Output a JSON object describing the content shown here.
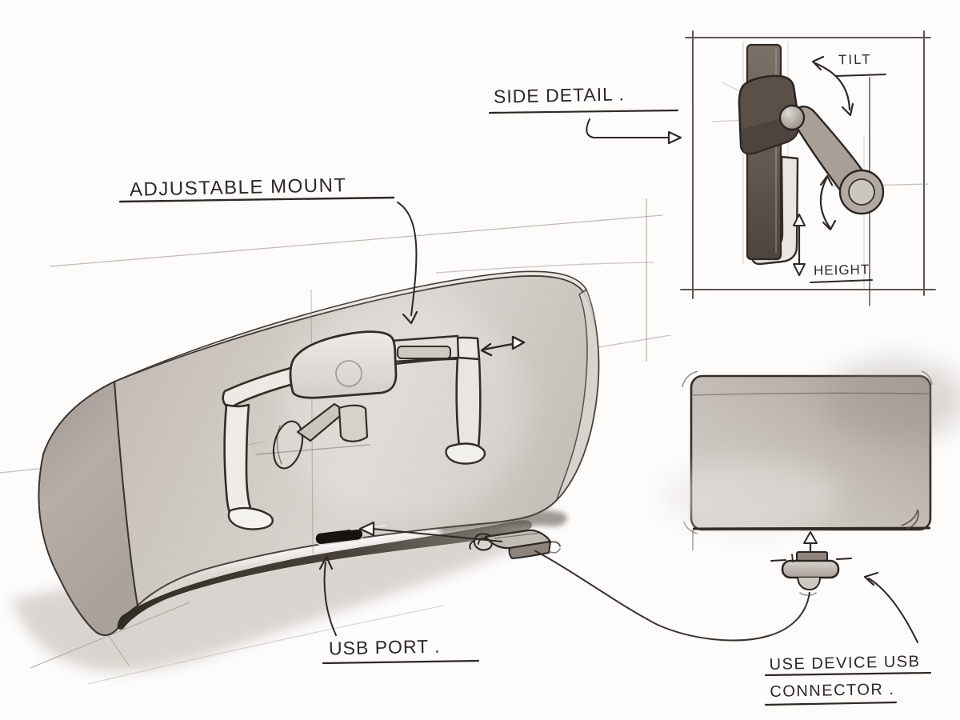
{
  "page": {
    "background": "#fdfcfb",
    "ink": "#2d2925",
    "construction_line": "#8f867d",
    "monitor_back_gray": "#cdc7c1",
    "monitor_side_gray": "#aea69e",
    "dark_edge": "#2a241f",
    "inset_slab_gray": "#675d54",
    "device_panel_gray": "#c3bdb6",
    "shadow_gray": "#b3aaa1"
  },
  "annotations": {
    "adjustable_mount": "ADJUSTABLE MOUNT",
    "side_detail": "SIDE DETAIL .",
    "tilt": "TILT",
    "height": "HEIGHT",
    "usb_port": "USB PORT .",
    "usb_connector_line1": "USE DEVICE USB",
    "usb_connector_line2": "CONNECTOR ."
  }
}
